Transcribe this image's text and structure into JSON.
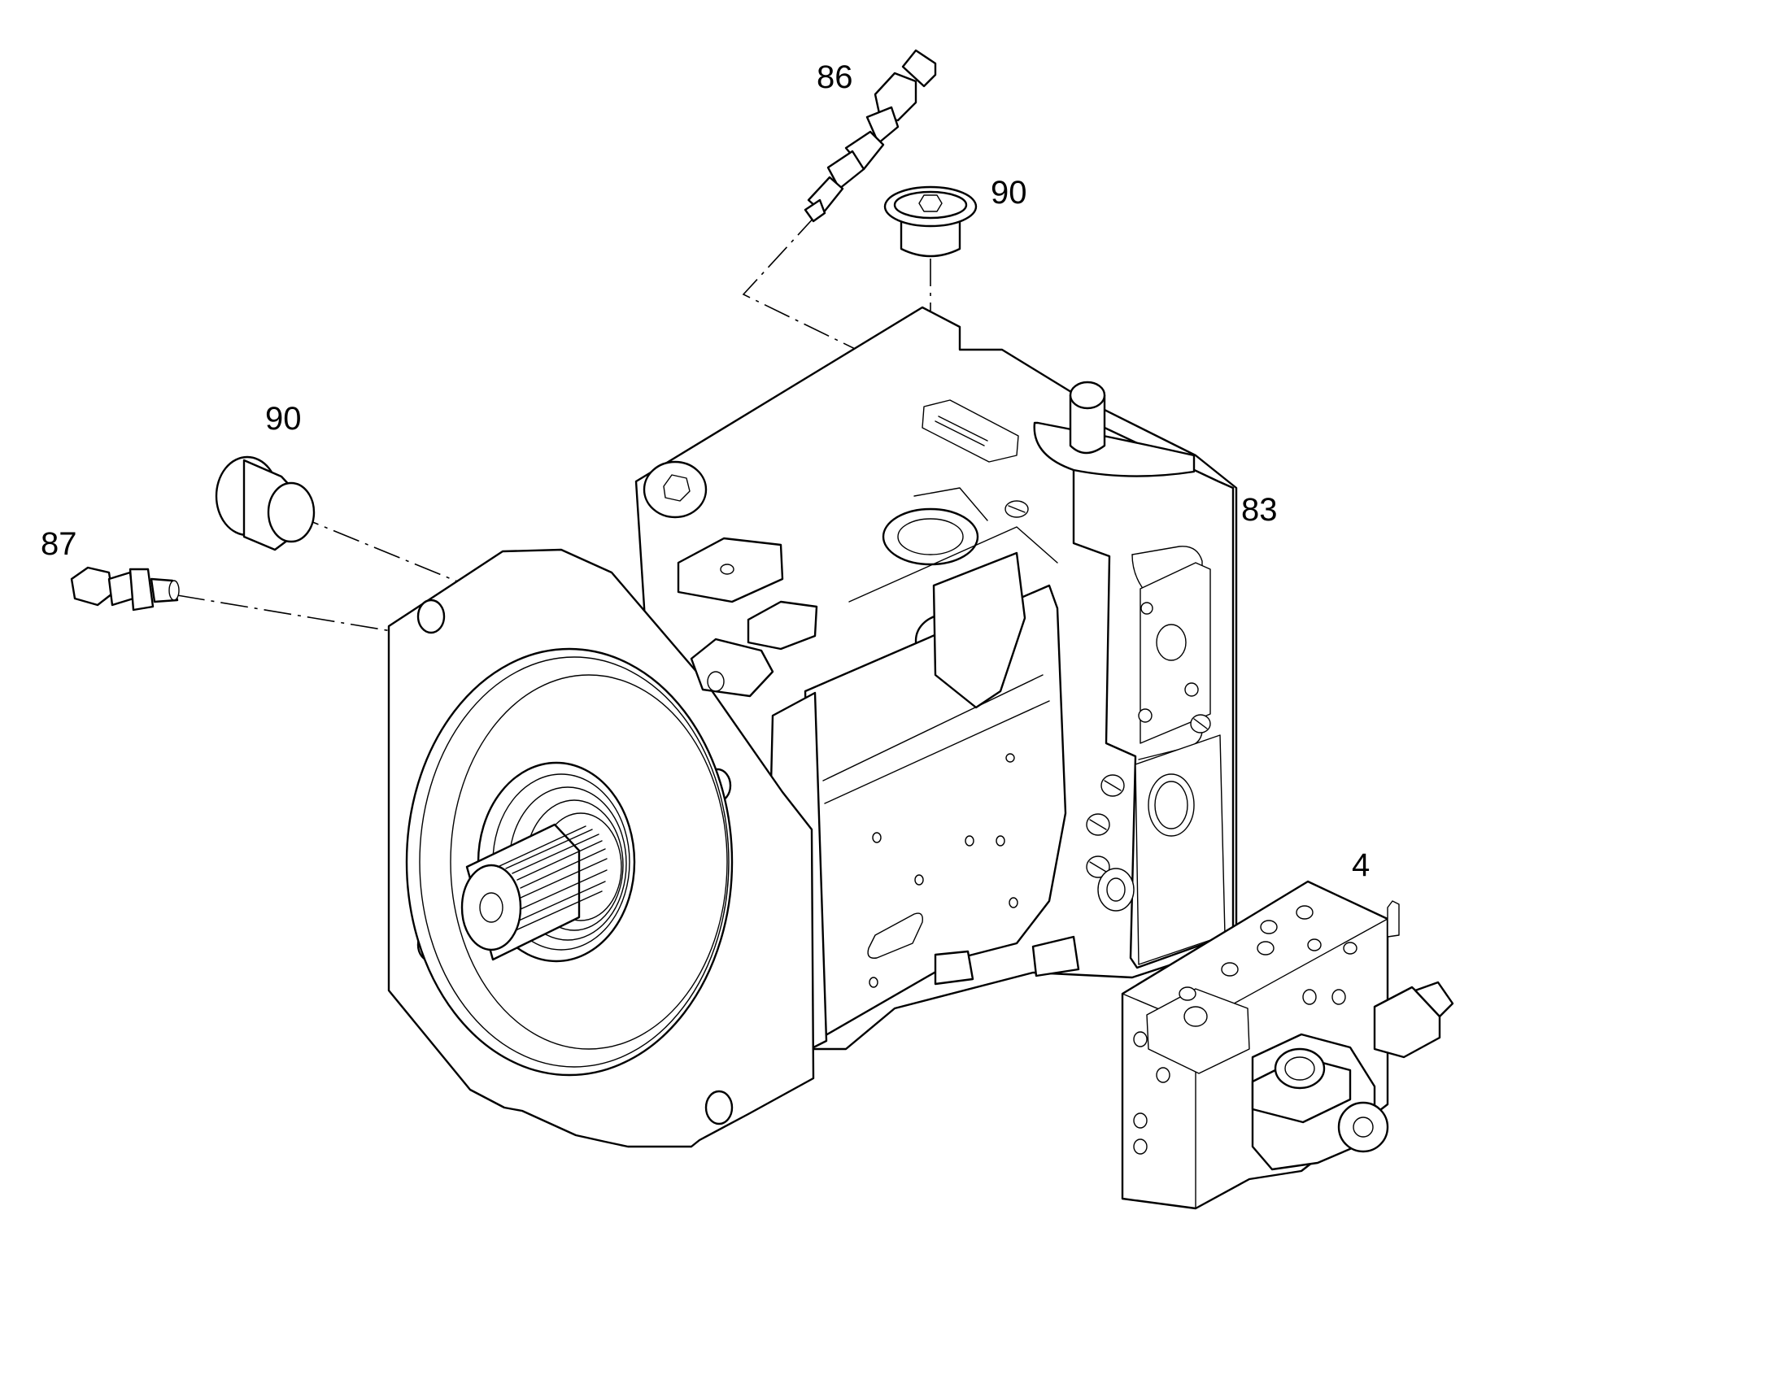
{
  "callouts": {
    "part_86": "86",
    "part_90_top": "90",
    "part_90_left": "90",
    "part_87": "87",
    "part_83": "83",
    "part_4": "4"
  },
  "colors": {
    "ink": "#000000",
    "paper": "#ffffff"
  }
}
